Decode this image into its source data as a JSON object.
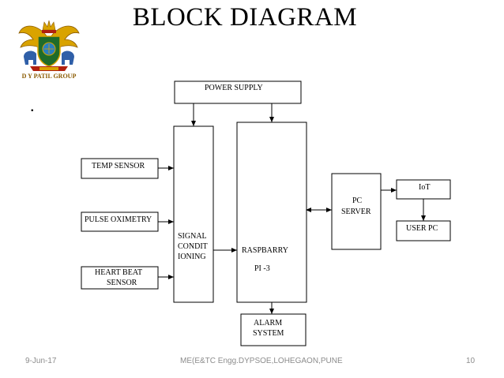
{
  "slide": {
    "title": "BLOCK DIAGRAM",
    "bullet": ".",
    "logo_caption": "D Y PATIL GROUP",
    "footer": {
      "date": "9-Jun-17",
      "center": "ME(E&TC Engg.DYPSOE,LOHEGAON,PUNE",
      "page": "10"
    }
  },
  "diagram": {
    "blocks": {
      "power_supply": "POWER SUPPLY",
      "temp_sensor": "TEMP SENSOR",
      "pulse_oximetry": "PULSE OXIMETRY",
      "heart_beat_1": "HEART BEAT",
      "heart_beat_2": "SENSOR",
      "signal_1": "SIGNAL",
      "signal_2": "CONDIT",
      "signal_3": "IONING",
      "raspberry_1": "RASPBARRY",
      "raspberry_2": "PI -3",
      "pc_server_1": "PC",
      "pc_server_2": "SERVER",
      "iot": "IoT",
      "user_pc": "USER PC",
      "alarm_1": "ALARM",
      "alarm_2": "SYSTEM"
    }
  },
  "colors": {
    "logo_gold": "#d9a300",
    "logo_red": "#b02010",
    "logo_green": "#1f6b2a",
    "footer_gray": "#8c8c8c"
  }
}
